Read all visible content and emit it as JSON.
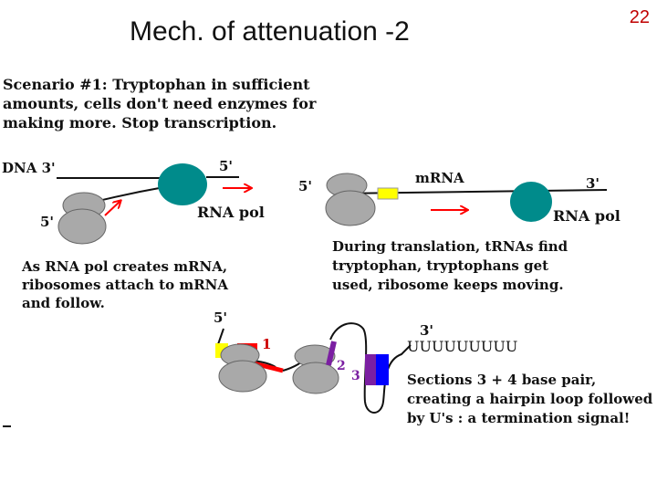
{
  "slide": {
    "title": "Mech. of attenuation -2",
    "number": "22"
  },
  "scenario": {
    "line1": "Scenario #1:  Tryptophan in sufficient",
    "line2": "amounts, cells don't need enzymes for",
    "line3": "making more.  Stop transcription."
  },
  "panel_left": {
    "dna_label": "DNA  3'",
    "five_prime_top": "5'",
    "five_prime_bottom": "5'",
    "rna_pol_label": "RNA pol",
    "caption_line1": "As RNA pol creates mRNA,",
    "caption_line2": "ribosomes attach to mRNA",
    "caption_line3": "and follow."
  },
  "panel_right": {
    "five_prime": "5'",
    "mrna_label": "mRNA",
    "three_prime": "3'",
    "rna_pol_label": "RNA pol",
    "caption_line1": "During translation, tRNAs find",
    "caption_line2": "tryptophan, tryptophans get",
    "caption_line3": "used, ribosome keeps moving."
  },
  "panel_bottom": {
    "five_prime": "5'",
    "three_prime": "3'",
    "u_tail": "UUUUUUUUU",
    "section1": "1",
    "section2": "2",
    "section3": "3",
    "caption_line1": "Sections 3 + 4 base pair,",
    "caption_line2": "creating a hairpin loop followed",
    "caption_line3": "by U's :  a termination signal!"
  },
  "colors": {
    "rna_pol": "#008b8b",
    "ribosome": "#a9a9a9",
    "section1": "#ff0000",
    "section2": "#7b1fa2",
    "section3": "#7b1fa2",
    "section4": "#0000ff",
    "leader": "#ffff00",
    "arrow": "#ff0000"
  }
}
